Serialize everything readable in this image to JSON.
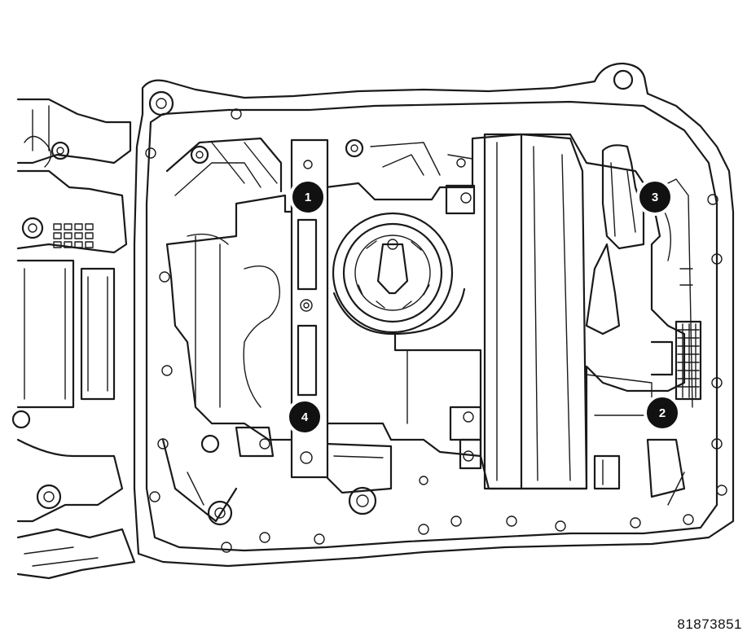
{
  "diagram": {
    "figure_id": "81873851",
    "callouts": [
      "1",
      "2",
      "3",
      "4"
    ],
    "line_color": "#1a1a1a",
    "callout_color": "#111111"
  }
}
